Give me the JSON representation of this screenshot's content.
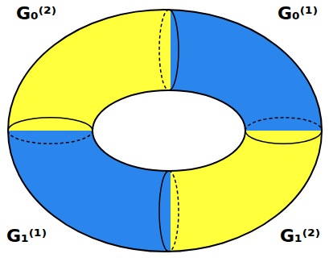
{
  "diagram": {
    "labels": [
      "G₀⁽²⁾",
      "G₀⁽¹⁾",
      "G₁⁽¹⁾",
      "G₁⁽²⁾"
    ]
  }
}
